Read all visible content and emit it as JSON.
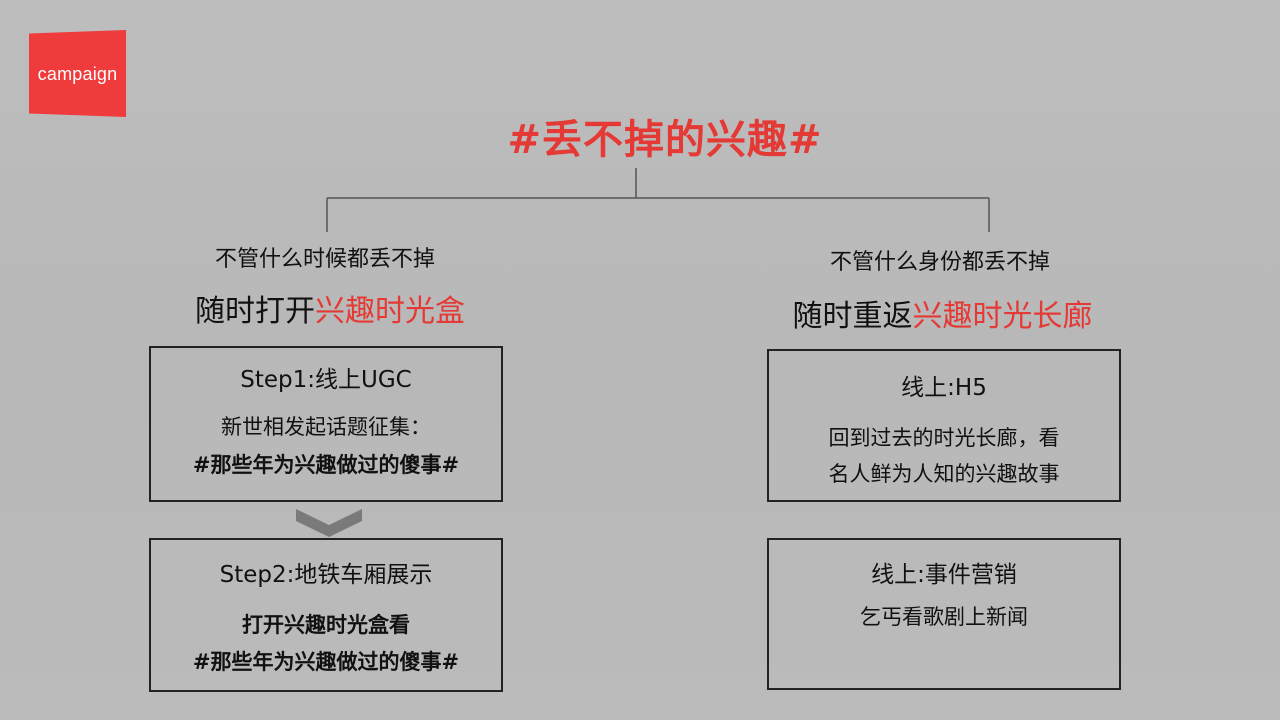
{
  "logo": {
    "text": "campaign",
    "color": "#ef3b3b"
  },
  "title": "#丢不掉的兴趣#",
  "colors": {
    "accent": "#e53935",
    "background": "#b9b9b9",
    "text": "#111111",
    "chevron": "#7a7a7a"
  },
  "branches": {
    "left": {
      "subtitle": "不管什么时候都丢不掉",
      "heading_plain": "随时打开",
      "heading_highlight": "兴趣时光盒",
      "box1": {
        "title": "Step1:线上UGC",
        "line1": "新世相发起话题征集：",
        "line2": "#那些年为兴趣做过的傻事#"
      },
      "arrow_icon": "chevron-down-icon",
      "box2": {
        "title": "Step2:地铁车厢展示",
        "line1": "打开兴趣时光盒看",
        "line2": "#那些年为兴趣做过的傻事#"
      }
    },
    "right": {
      "subtitle": "不管什么身份都丢不掉",
      "heading_plain": "随时重返",
      "heading_highlight": "兴趣时光长廊",
      "box1": {
        "title": "线上:H5",
        "line1": "回到过去的时光长廊，看",
        "line2": "名人鲜为人知的兴趣故事"
      },
      "box2": {
        "title": "线上:事件营销",
        "line1": "乞丐看歌剧上新闻"
      }
    }
  }
}
